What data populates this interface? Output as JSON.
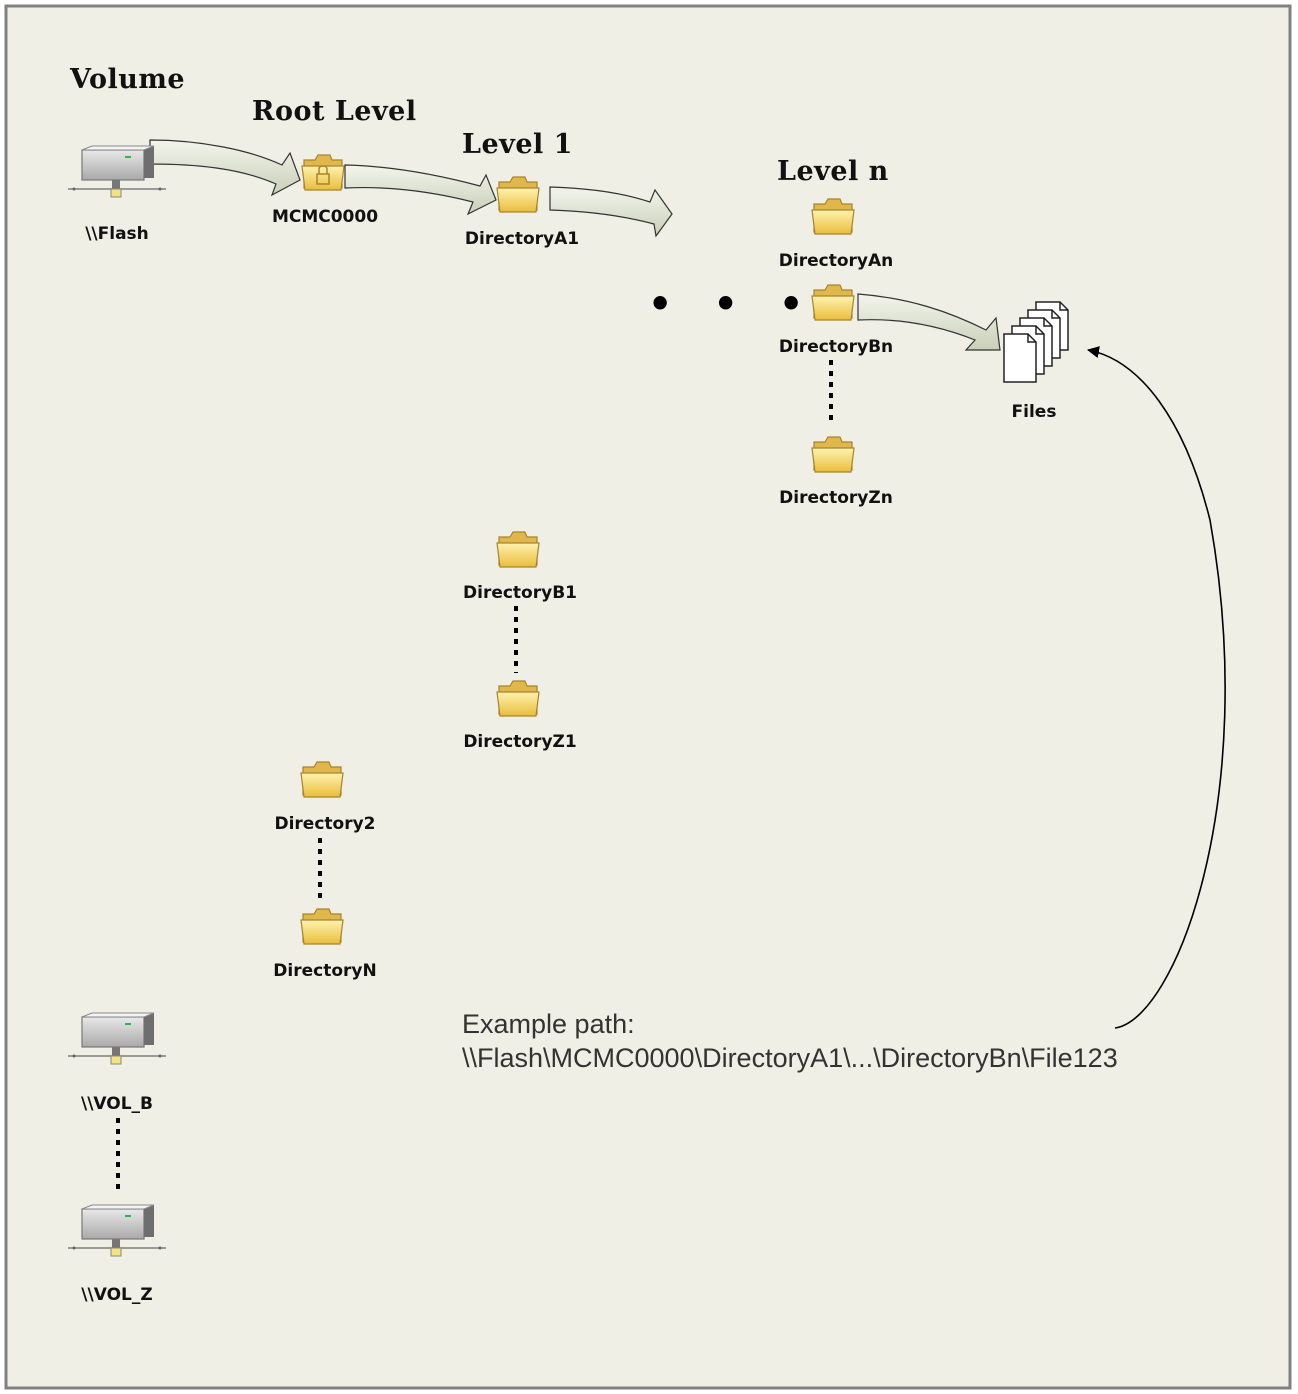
{
  "levels": {
    "volume": "Volume",
    "root": "Root Level",
    "level1": "Level 1",
    "leveln": "Level n"
  },
  "volumes": {
    "flash": "\\\\Flash",
    "vol_b": "\\\\VOL_B",
    "vol_z": "\\\\VOL_Z"
  },
  "directories": {
    "root": "MCMC0000",
    "a1": "DirectoryA1",
    "b1": "DirectoryB1",
    "z1": "DirectoryZ1",
    "d2": "Directory2",
    "dn": "DirectoryN",
    "an": "DirectoryAn",
    "bn": "DirectoryBn",
    "zn": "DirectoryZn"
  },
  "files": "Files",
  "ellipsis": "• • •",
  "example": {
    "label": "Example path:",
    "path": "\\\\Flash\\MCMC0000\\DirectoryA1\\...\\DirectoryBn\\File123"
  },
  "colors": {
    "background": "#efefe6",
    "border": "#808080",
    "folder": "#f5d36a",
    "arrow_fill": "#d8dccb"
  },
  "icons": {
    "volume": "server-drive-icon",
    "folder": "folder-icon",
    "root_folder": "locked-folder-icon",
    "files": "file-stack-icon"
  }
}
